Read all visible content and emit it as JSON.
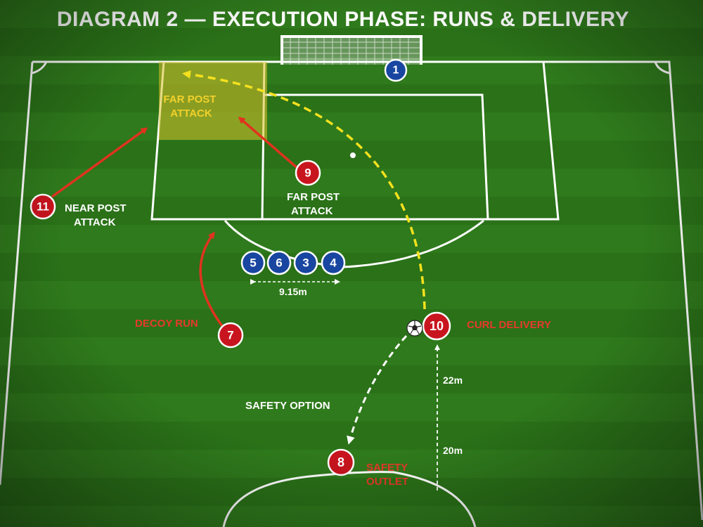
{
  "title": "DIAGRAM 2 — EXECUTION PHASE: RUNS & DELIVERY",
  "colors": {
    "attacker": "#c8141e",
    "defender": "#1846a0",
    "run_arrow": "#e0331f",
    "delivery_arrow": "#f5e11e",
    "safety_arrow": "#ffffff",
    "target_zone": "#d9c12a"
  },
  "players": {
    "goalkeeper": "1",
    "wall": [
      "5",
      "6",
      "3",
      "4"
    ],
    "near_post_runner": "11",
    "far_post_runner": "9",
    "decoy_runner": "7",
    "taker": "10",
    "safety": "8"
  },
  "labels": {
    "target_zone": [
      "FAR POST",
      "ATTACK"
    ],
    "far_post_attack": [
      "FAR POST",
      "ATTACK"
    ],
    "near_post_attack": [
      "NEAR POST",
      "ATTACK"
    ],
    "decoy_run": "DECOY RUN",
    "curl_delivery": "CURL DELIVERY",
    "safety_option": "SAFETY OPTION",
    "safety_outlet": [
      "SAFETY",
      "OUTLET"
    ]
  },
  "distances": {
    "wall": "9.15m",
    "free_kick_to_goal_line": "22m",
    "halfway_to_free_kick": "20m"
  },
  "icons": {
    "ball": "soccer-ball-icon",
    "goal": "goal-net-icon"
  }
}
